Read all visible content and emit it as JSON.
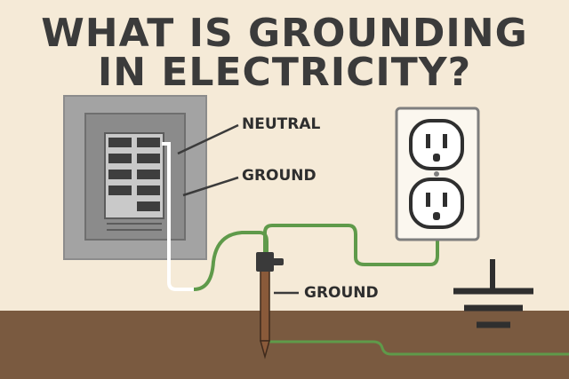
{
  "title": {
    "line1": "WHAT IS GROUNDING",
    "line2": "IN ELECTRICITY?"
  },
  "labels": {
    "neutral": "NEUTRAL",
    "ground_panel": "GROUND",
    "ground_rod": "GROUND"
  },
  "colors": {
    "background": "#f5ead7",
    "ground_wire": "#5f9a4a",
    "neutral_wire": "#ffffff",
    "soil": "#7a5a40",
    "panel": "#9e9e9e",
    "text": "#3b3b3b"
  }
}
